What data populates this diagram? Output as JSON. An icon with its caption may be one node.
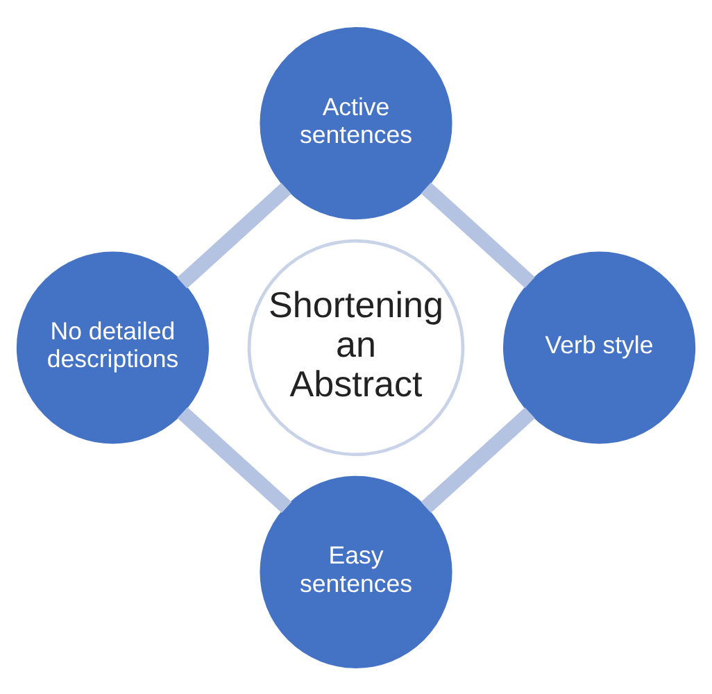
{
  "diagram": {
    "nodes": [
      {
        "text": [
          "Active sentences"
        ]
      },
      {
        "text": [
          "No detailed descriptions"
        ]
      },
      {
        "text": [
          "Shortening an Abstract"
        ]
      },
      {
        "text": [
          "Verb style"
        ]
      },
      {
        "text": [
          "Easy sentences"
        ]
      }
    ],
    "edges": [
      {
        "from": 0,
        "to": 3,
        "arrow": "none",
        "color": "#b4c3e2"
      },
      {
        "from": 3,
        "to": 4,
        "arrow": "none",
        "color": "#b4c3e2"
      },
      {
        "from": 4,
        "to": 1,
        "arrow": "none",
        "color": "#b4c3e2"
      },
      {
        "from": 1,
        "to": 0,
        "arrow": "none",
        "color": "#b4c3e2"
      }
    ]
  }
}
